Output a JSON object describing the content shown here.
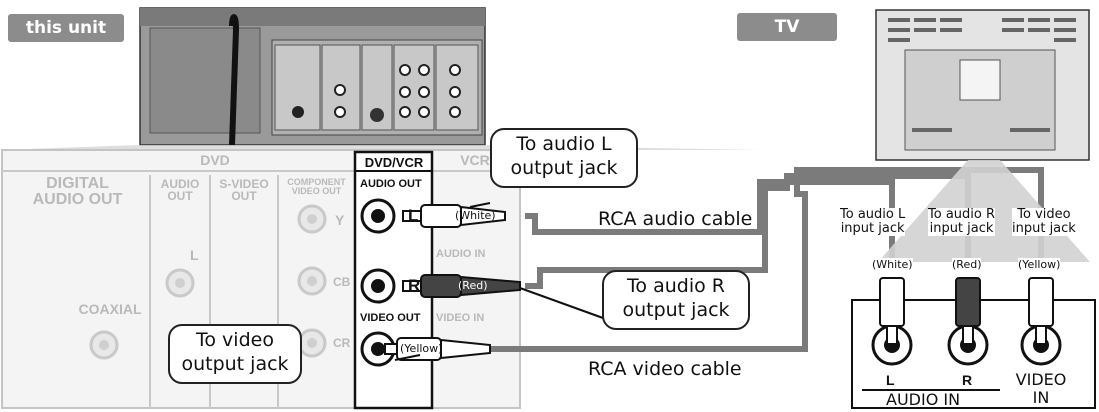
{
  "unit_tag": "this unit",
  "tv_tag": "TV",
  "panel": {
    "dvd": "DVD",
    "digital_audio_out": [
      "DIGITAL",
      "AUDIO OUT"
    ],
    "audio_out": [
      "AUDIO",
      "OUT"
    ],
    "s_video_out": [
      "S-VIDEO",
      "OUT"
    ],
    "component_video_out": [
      "COMPONENT",
      "VIDEO OUT"
    ],
    "coaxial": "COAXIAL",
    "l": "L",
    "y": "Y",
    "cb": "CB",
    "cr": "CR",
    "dvd_vcr": "DVD/VCR",
    "audio_out_hl": "AUDIO OUT",
    "l_hl": "L",
    "r_hl": "R",
    "video_out_hl": "VIDEO OUT",
    "vcr": "VCR",
    "audio_in": "AUDIO IN",
    "video_in": "VIDEO IN"
  },
  "callouts": {
    "audio_l_out": [
      "To audio L",
      "output jack"
    ],
    "audio_r_out": [
      "To audio R",
      "output jack"
    ],
    "video_out": [
      "To video",
      "output jack"
    ]
  },
  "plugs": {
    "white": "(White)",
    "red": "(Red)",
    "yellow": "(Yellow)"
  },
  "cables": {
    "audio": "RCA audio cable",
    "video": "RCA video cable"
  },
  "tv_inputs": {
    "audio_l_in": [
      "To audio L",
      "input jack"
    ],
    "audio_r_in": [
      "To audio R",
      "input jack"
    ],
    "video_in": [
      "To video",
      "input jack"
    ],
    "white": "(White)",
    "red": "(Red)",
    "yellow": "(Yellow)",
    "l": "L",
    "r": "R",
    "audio_in": "AUDIO IN",
    "video_in_label": [
      "VIDEO",
      "IN"
    ]
  }
}
